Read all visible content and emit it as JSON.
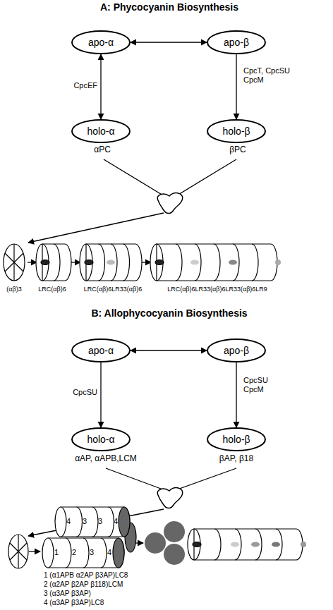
{
  "diagram": {
    "nodes": [
      {
        "text": [
          "apo-α"
        ]
      },
      {
        "text": [
          "apo-β"
        ]
      },
      {
        "text": [
          "holo-α"
        ]
      },
      {
        "text": [
          "holo-β"
        ]
      },
      {
        "text": [
          "apo-α"
        ]
      },
      {
        "text": [
          "apo-β"
        ]
      },
      {
        "text": [
          "holo-α"
        ]
      },
      {
        "text": [
          "holo-β"
        ]
      }
    ],
    "edges": [
      {
        "from": 0,
        "to": 1,
        "arrow": "both"
      },
      {
        "from": 0,
        "to": 2,
        "label": "CpcEF",
        "arrow": "both"
      },
      {
        "from": 1,
        "to": 3,
        "label": "CpcT, CpcSU CpcM",
        "arrow": "to"
      },
      {
        "from": 4,
        "to": 5,
        "arrow": "both"
      },
      {
        "from": 4,
        "to": 6,
        "label": "CpcSU",
        "arrow": "to"
      },
      {
        "from": 5,
        "to": 7,
        "label": "CpcSU CpcM",
        "arrow": "to"
      }
    ],
    "labels": [
      "A: Phycocyanin Biosynthesis",
      "αPC",
      "βPC",
      "(αβ)3",
      "LRC(αβ)6",
      "LRC(αβ)6LR33(αβ)6",
      "LRC(αβ)6LR33(αβ)6LR33(αβ)6LR9",
      "B: Allophycocyanin Biosynthesis",
      "αAP, αAPB,LCM",
      "βAP, β18",
      "4",
      "3",
      "3",
      "4",
      "1",
      "2",
      "3",
      "4",
      "1 (α1APB α2AP β3AP)LC8",
      "2 (α2AP β2AP β118)LCM",
      "3 (α3AP β3AP)",
      "4 (α3AP β3AP)LC8"
    ]
  }
}
